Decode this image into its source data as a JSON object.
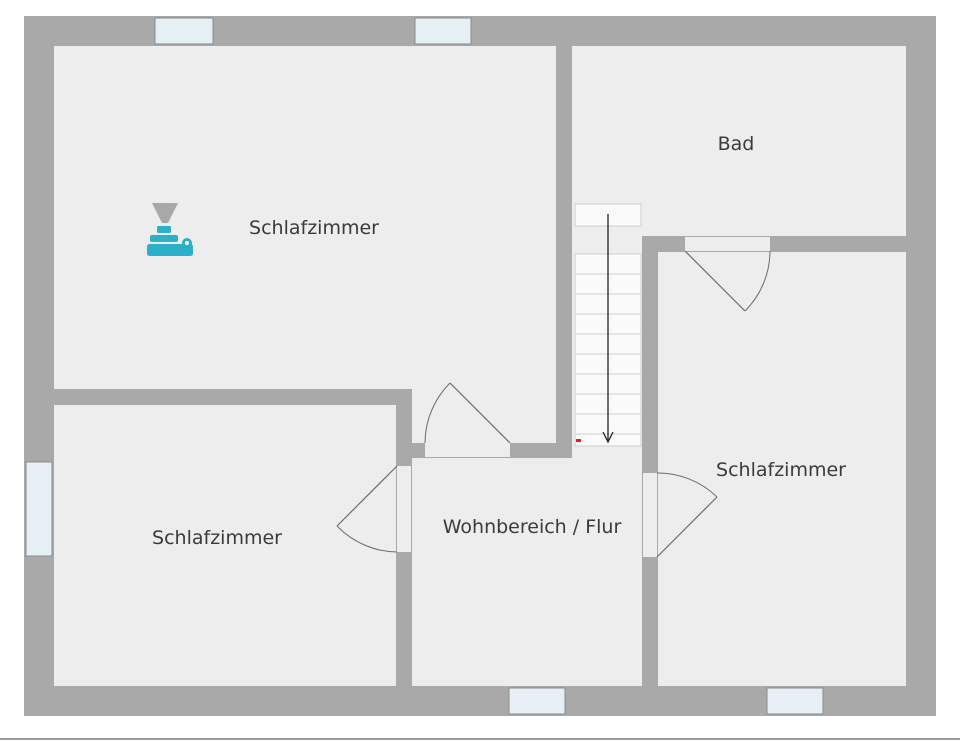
{
  "rooms": {
    "schlafzimmer_top_left": "Schlafzimmer",
    "bad": "Bad",
    "schlafzimmer_right": "Schlafzimmer",
    "schlafzimmer_bottom_left": "Schlafzimmer",
    "wohnbereich": "Wohnbereich / Flur"
  },
  "colors": {
    "wall": "#a9a9a9",
    "floor": "#ededed",
    "window": "#e6f0f4",
    "furniture_icon": "#2ab0c8",
    "stair_marker": "#e02020"
  },
  "icons": {
    "furniture": "lamp-desk-icon",
    "stair_arrow": "stair-direction-arrow"
  }
}
